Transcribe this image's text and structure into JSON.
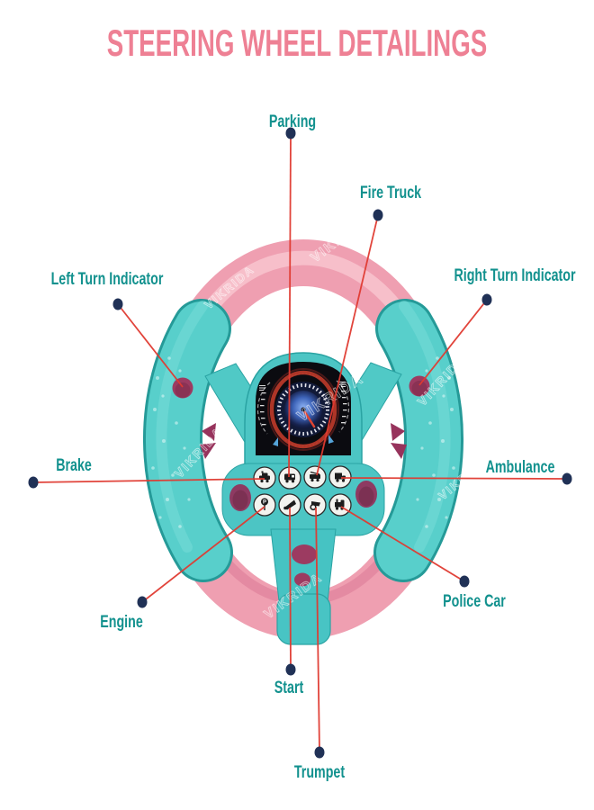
{
  "title": "STEERING WHEEL DETAILINGS",
  "brand_watermark": "VIKRIDA",
  "colors": {
    "title_pink": "#ee8094",
    "label_teal": "#12918e",
    "callout_line_red": "#e03a31",
    "callout_dot_navy": "#203156",
    "rim_pink": "#ef9fb1",
    "grip_teal": "#58cfcb",
    "pod_teal": "#4cc5c4",
    "accent_maroon": "#9c3b61",
    "screen_black": "#0b0b10",
    "gauge_blue": "#3d63b8"
  },
  "callouts": [
    {
      "label": "Parking"
    },
    {
      "label": "Fire Truck"
    },
    {
      "label": "Left Turn Indicator"
    },
    {
      "label": "Right Turn Indicator"
    },
    {
      "label": "Brake"
    },
    {
      "label": "Ambulance"
    },
    {
      "label": "Engine"
    },
    {
      "label": "Police Car"
    },
    {
      "label": "Start"
    },
    {
      "label": "Trumpet"
    }
  ],
  "sound_buttons": {
    "top_row_icons": [
      "police-car-icon",
      "ambulance-van-icon",
      "fire-truck-icon",
      "truck-icon"
    ],
    "bottom_row_icons": [
      "parking-sign-icon",
      "horn-icon",
      "whistle-icon",
      "engine-icon"
    ],
    "parking_glyph": "P"
  }
}
